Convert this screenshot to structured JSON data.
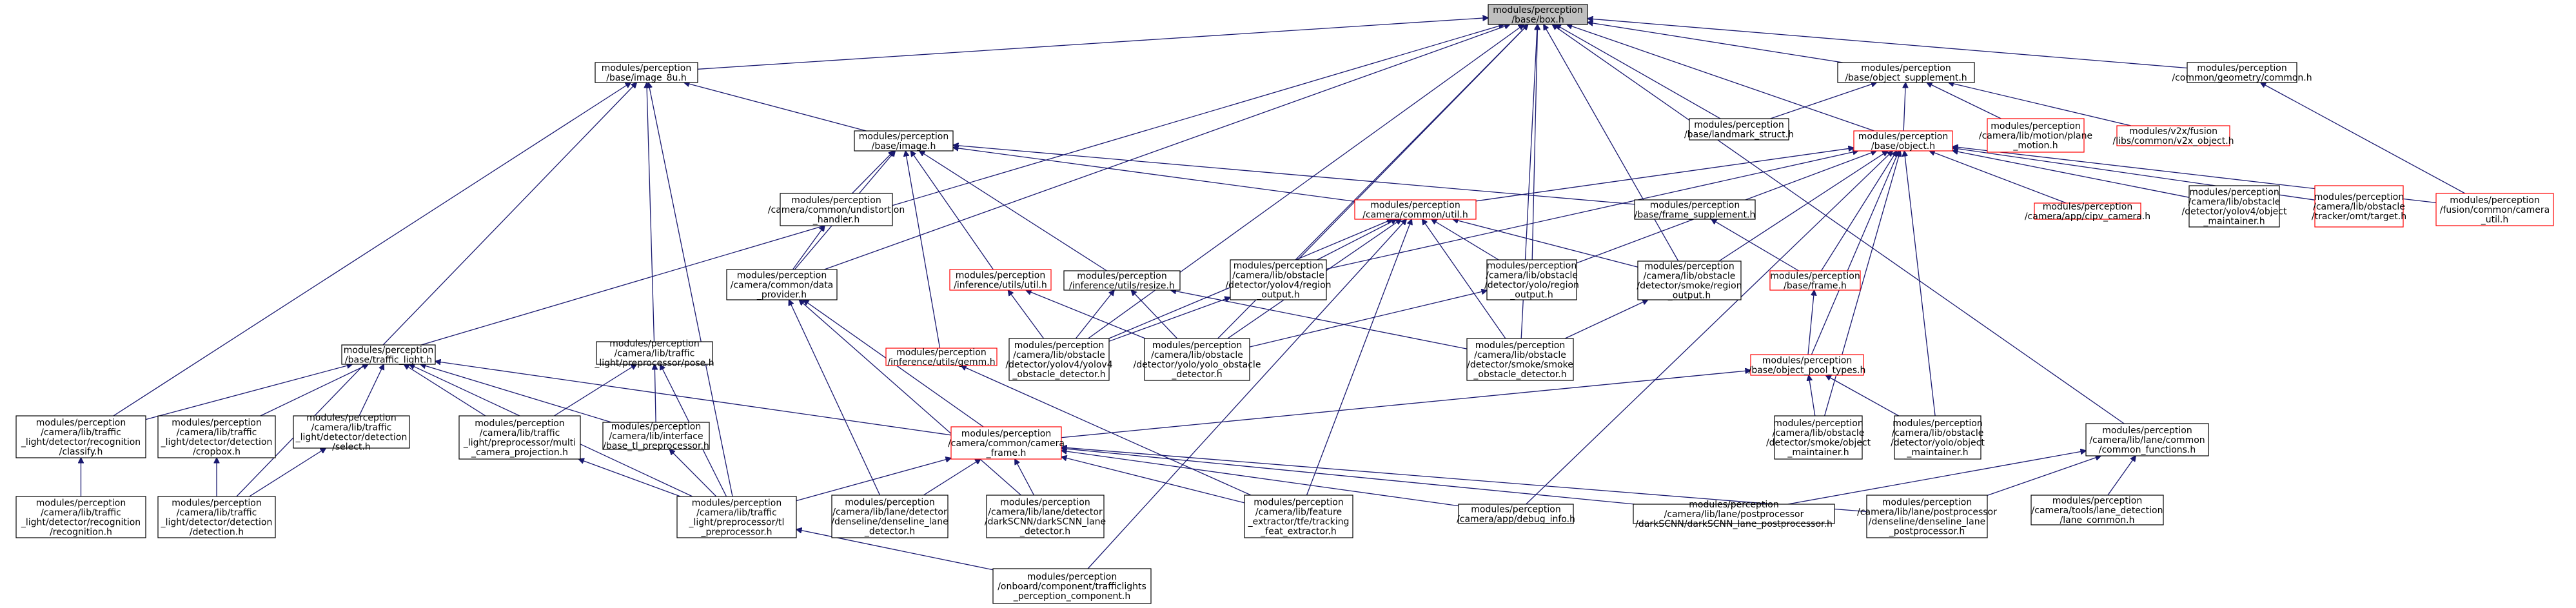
{
  "graph": {
    "nodes": [
      {
        "id": "root",
        "lines": [
          "modules/perception",
          "/base/box.h"
        ],
        "style": "root"
      },
      {
        "id": "image8u",
        "lines": [
          "modules/perception",
          "/base/image_8u.h"
        ],
        "style": "black"
      },
      {
        "id": "objsupp",
        "lines": [
          "modules/perception",
          "/base/object_supplement.h"
        ],
        "style": "black"
      },
      {
        "id": "geometry",
        "lines": [
          "modules/perception",
          "/common/geometry/common.h"
        ],
        "style": "black"
      },
      {
        "id": "image",
        "lines": [
          "modules/perception",
          "/base/image.h"
        ],
        "style": "black"
      },
      {
        "id": "landmark",
        "lines": [
          "modules/perception",
          "/base/landmark_struct.h"
        ],
        "style": "black"
      },
      {
        "id": "object",
        "lines": [
          "modules/perception",
          "/base/object.h"
        ],
        "style": "red"
      },
      {
        "id": "motionplane",
        "lines": [
          "modules/perception",
          "/camera/lib/motion/plane",
          "_motion.h"
        ],
        "style": "red"
      },
      {
        "id": "v2xobj",
        "lines": [
          "modules/v2x/fusion",
          "/libs/common/v2x_object.h"
        ],
        "style": "red"
      },
      {
        "id": "undist",
        "lines": [
          "modules/perception",
          "/camera/common/undistortion",
          "_handler.h"
        ],
        "style": "black"
      },
      {
        "id": "camutil",
        "lines": [
          "modules/perception",
          "/camera/common/util.h"
        ],
        "style": "red"
      },
      {
        "id": "framesupp",
        "lines": [
          "modules/perception",
          "/base/frame_supplement.h"
        ],
        "style": "black"
      },
      {
        "id": "cipv",
        "lines": [
          "modules/perception",
          "/camera/app/cipv_camera.h"
        ],
        "style": "red"
      },
      {
        "id": "yolov4maint",
        "lines": [
          "modules/perception",
          "/camera/lib/obstacle",
          "/detector/yolov4/object",
          "_maintainer.h"
        ],
        "style": "black"
      },
      {
        "id": "omttarget",
        "lines": [
          "modules/perception",
          "/camera/lib/obstacle",
          "/tracker/omt/target.h"
        ],
        "style": "red"
      },
      {
        "id": "fusioncamutil",
        "lines": [
          "modules/perception",
          "/fusion/common/camera",
          "_util.h"
        ],
        "style": "red"
      },
      {
        "id": "infutil",
        "lines": [
          "modules/perception",
          "/inference/utils/util.h"
        ],
        "style": "red"
      },
      {
        "id": "resize",
        "lines": [
          "modules/perception",
          "/inference/utils/resize.h"
        ],
        "style": "black"
      },
      {
        "id": "yolov4region",
        "lines": [
          "modules/perception",
          "/camera/lib/obstacle",
          "/detector/yolov4/region",
          "_output.h"
        ],
        "style": "black"
      },
      {
        "id": "yoloregion",
        "lines": [
          "modules/perception",
          "/camera/lib/obstacle",
          "/detector/yolo/region",
          "_output.h"
        ],
        "style": "black"
      },
      {
        "id": "smokeregion",
        "lines": [
          "modules/perception",
          "/camera/lib/obstacle",
          "/detector/smoke/region",
          "_output.h"
        ],
        "style": "black"
      },
      {
        "id": "frame",
        "lines": [
          "modules/perception",
          "/base/frame.h"
        ],
        "style": "red"
      },
      {
        "id": "dataprov",
        "lines": [
          "modules/perception",
          "/camera/common/data",
          "_provider.h"
        ],
        "style": "black"
      },
      {
        "id": "trafficlight",
        "lines": [
          "modules/perception",
          "/base/traffic_light.h"
        ],
        "style": "black"
      },
      {
        "id": "pose",
        "lines": [
          "modules/perception",
          "/camera/lib/traffic",
          "_light/preprocessor/pose.h"
        ],
        "style": "black"
      },
      {
        "id": "gemm",
        "lines": [
          "modules/perception",
          "/inference/utils/gemm.h"
        ],
        "style": "red"
      },
      {
        "id": "yolov4det",
        "lines": [
          "modules/perception",
          "/camera/lib/obstacle",
          "/detector/yolov4/yolov4",
          "_obstacle_detector.h"
        ],
        "style": "black"
      },
      {
        "id": "yolodet",
        "lines": [
          "modules/perception",
          "/camera/lib/obstacle",
          "/detector/yolo/yolo_obstacle",
          "_detector.h"
        ],
        "style": "black"
      },
      {
        "id": "smokedet",
        "lines": [
          "modules/perception",
          "/camera/lib/obstacle",
          "/detector/smoke/smoke",
          "_obstacle_detector.h"
        ],
        "style": "black"
      },
      {
        "id": "objpool",
        "lines": [
          "modules/perception",
          "/base/object_pool_types.h"
        ],
        "style": "red"
      },
      {
        "id": "classify",
        "lines": [
          "modules/perception",
          "/camera/lib/traffic",
          "_light/detector/recognition",
          "/classify.h"
        ],
        "style": "black"
      },
      {
        "id": "cropbox",
        "lines": [
          "modules/perception",
          "/camera/lib/traffic",
          "_light/detector/detection",
          "/cropbox.h"
        ],
        "style": "black"
      },
      {
        "id": "select",
        "lines": [
          "modules/perception",
          "/camera/lib/traffic",
          "_light/detector/detection",
          "/select.h"
        ],
        "style": "black"
      },
      {
        "id": "multicam",
        "lines": [
          "modules/perception",
          "/camera/lib/traffic",
          "_light/preprocessor/multi",
          "_camera_projection.h"
        ],
        "style": "black"
      },
      {
        "id": "basetl",
        "lines": [
          "modules/perception",
          "/camera/lib/interface",
          "/base_tl_preprocessor.h"
        ],
        "style": "black"
      },
      {
        "id": "camframe",
        "lines": [
          "modules/perception",
          "/camera/common/camera",
          "_frame.h"
        ],
        "style": "red"
      },
      {
        "id": "smokemaint",
        "lines": [
          "modules/perception",
          "/camera/lib/obstacle",
          "/detector/smoke/object",
          "_maintainer.h"
        ],
        "style": "black"
      },
      {
        "id": "yolomaint",
        "lines": [
          "modules/perception",
          "/camera/lib/obstacle",
          "/detector/yolo/object",
          "_maintainer.h"
        ],
        "style": "black"
      },
      {
        "id": "lanecommon",
        "lines": [
          "modules/perception",
          "/camera/lib/lane/common",
          "/common_functions.h"
        ],
        "style": "black"
      },
      {
        "id": "recognition",
        "lines": [
          "modules/perception",
          "/camera/lib/traffic",
          "_light/detector/recognition",
          "/recognition.h"
        ],
        "style": "black"
      },
      {
        "id": "detection",
        "lines": [
          "modules/perception",
          "/camera/lib/traffic",
          "_light/detector/detection",
          "/detection.h"
        ],
        "style": "black"
      },
      {
        "id": "tlpre",
        "lines": [
          "modules/perception",
          "/camera/lib/traffic",
          "_light/preprocessor/tl",
          "_preprocessor.h"
        ],
        "style": "black"
      },
      {
        "id": "denselinedet",
        "lines": [
          "modules/perception",
          "/camera/lib/lane/detector",
          "/denseline/denseline_lane",
          "_detector.h"
        ],
        "style": "black"
      },
      {
        "id": "darkscnndet",
        "lines": [
          "modules/perception",
          "/camera/lib/lane/detector",
          "/darkSCNN/darkSCNN_lane",
          "_detector.h"
        ],
        "style": "black"
      },
      {
        "id": "tracking",
        "lines": [
          "modules/perception",
          "/camera/lib/feature",
          "_extractor/tfe/tracking",
          "_feat_extractor.h"
        ],
        "style": "black"
      },
      {
        "id": "debuginfo",
        "lines": [
          "modules/perception",
          "/camera/app/debug_info.h"
        ],
        "style": "black"
      },
      {
        "id": "darkscnnpost",
        "lines": [
          "modules/perception",
          "/camera/lib/lane/postprocessor",
          "/darkSCNN/darkSCNN_lane_postprocessor.h"
        ],
        "style": "black"
      },
      {
        "id": "denselinepost",
        "lines": [
          "modules/perception",
          "/camera/lib/lane/postprocessor",
          "/denseline/denseline_lane",
          "_postprocessor.h"
        ],
        "style": "black"
      },
      {
        "id": "lanedetcommon",
        "lines": [
          "modules/perception",
          "/camera/tools/lane_detection",
          "/lane_common.h"
        ],
        "style": "black"
      },
      {
        "id": "tlcomp",
        "lines": [
          "modules/perception",
          "/onboard/component/trafficlights",
          "_perception_component.h"
        ],
        "style": "black"
      }
    ],
    "edges": [
      [
        "image8u",
        "root"
      ],
      [
        "objsupp",
        "root"
      ],
      [
        "geometry",
        "root"
      ],
      [
        "landmark",
        "root"
      ],
      [
        "object",
        "root"
      ],
      [
        "trafficlight",
        "root"
      ],
      [
        "dataprov",
        "root"
      ],
      [
        "yolov4det",
        "root"
      ],
      [
        "yolodet",
        "root"
      ],
      [
        "yoloregion",
        "root"
      ],
      [
        "smokedet",
        "root"
      ],
      [
        "lanecommon",
        "root"
      ],
      [
        "smokeregion",
        "root"
      ],
      [
        "yolov4region",
        "root"
      ],
      [
        "image",
        "image8u"
      ],
      [
        "pose",
        "image8u"
      ],
      [
        "classify",
        "image8u"
      ],
      [
        "detection",
        "image8u"
      ],
      [
        "tlpre",
        "image8u"
      ],
      [
        "landmark",
        "objsupp"
      ],
      [
        "object",
        "objsupp"
      ],
      [
        "motionplane",
        "objsupp"
      ],
      [
        "v2xobj",
        "objsupp"
      ],
      [
        "fusioncamutil",
        "geometry"
      ],
      [
        "undist",
        "image"
      ],
      [
        "dataprov",
        "image"
      ],
      [
        "camutil",
        "image"
      ],
      [
        "framesupp",
        "image"
      ],
      [
        "infutil",
        "image"
      ],
      [
        "resize",
        "image"
      ],
      [
        "gemm",
        "image"
      ],
      [
        "camutil",
        "object"
      ],
      [
        "cipv",
        "object"
      ],
      [
        "yolov4maint",
        "object"
      ],
      [
        "omttarget",
        "object"
      ],
      [
        "fusioncamutil",
        "object"
      ],
      [
        "frame",
        "object"
      ],
      [
        "objpool",
        "object"
      ],
      [
        "smokemaint",
        "object"
      ],
      [
        "yolomaint",
        "object"
      ],
      [
        "yolov4region",
        "object"
      ],
      [
        "yoloregion",
        "object"
      ],
      [
        "smokeregion",
        "object"
      ],
      [
        "debuginfo",
        "object"
      ],
      [
        "dataprov",
        "undist"
      ],
      [
        "yolov4region",
        "camutil"
      ],
      [
        "yoloregion",
        "camutil"
      ],
      [
        "smokeregion",
        "camutil"
      ],
      [
        "yolov4det",
        "camutil"
      ],
      [
        "yolodet",
        "camutil"
      ],
      [
        "smokedet",
        "camutil"
      ],
      [
        "tracking",
        "camutil"
      ],
      [
        "tlcomp",
        "camutil"
      ],
      [
        "frame",
        "framesupp"
      ],
      [
        "yolov4det",
        "infutil"
      ],
      [
        "yolodet",
        "infutil"
      ],
      [
        "yolov4det",
        "resize"
      ],
      [
        "yolodet",
        "resize"
      ],
      [
        "smokedet",
        "resize"
      ],
      [
        "yolov4det",
        "yolov4region"
      ],
      [
        "yolodet",
        "yoloregion"
      ],
      [
        "smokedet",
        "smokeregion"
      ],
      [
        "objpool",
        "frame"
      ],
      [
        "camframe",
        "dataprov"
      ],
      [
        "denselinedet",
        "dataprov"
      ],
      [
        "darkscnndet",
        "dataprov"
      ],
      [
        "classify",
        "trafficlight"
      ],
      [
        "cropbox",
        "trafficlight"
      ],
      [
        "select",
        "trafficlight"
      ],
      [
        "multicam",
        "trafficlight"
      ],
      [
        "basetl",
        "trafficlight"
      ],
      [
        "camframe",
        "trafficlight"
      ],
      [
        "tlpre",
        "trafficlight"
      ],
      [
        "basetl",
        "pose"
      ],
      [
        "multicam",
        "pose"
      ],
      [
        "tlpre",
        "pose"
      ],
      [
        "tracking",
        "gemm"
      ],
      [
        "camframe",
        "objpool"
      ],
      [
        "smokemaint",
        "objpool"
      ],
      [
        "yolomaint",
        "objpool"
      ],
      [
        "recognition",
        "classify"
      ],
      [
        "detection",
        "cropbox"
      ],
      [
        "detection",
        "select"
      ],
      [
        "tlpre",
        "multicam"
      ],
      [
        "tlpre",
        "basetl"
      ],
      [
        "tlpre",
        "camframe"
      ],
      [
        "denselinedet",
        "camframe"
      ],
      [
        "darkscnndet",
        "camframe"
      ],
      [
        "tracking",
        "camframe"
      ],
      [
        "debuginfo",
        "camframe"
      ],
      [
        "darkscnnpost",
        "camframe"
      ],
      [
        "denselinepost",
        "camframe"
      ],
      [
        "darkscnnpost",
        "lanecommon"
      ],
      [
        "denselinepost",
        "lanecommon"
      ],
      [
        "lanedetcommon",
        "lanecommon"
      ],
      [
        "tlcomp",
        "tlpre"
      ]
    ]
  }
}
